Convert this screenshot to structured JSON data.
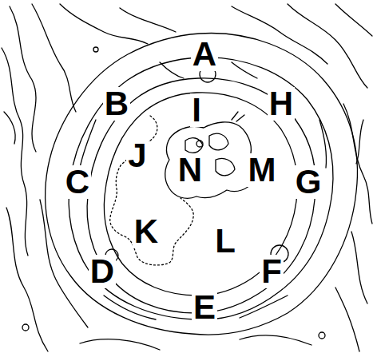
{
  "diagram": {
    "labels": [
      "A",
      "B",
      "I",
      "H",
      "J",
      "N",
      "M",
      "C",
      "G",
      "K",
      "L",
      "D",
      "F",
      "E"
    ]
  }
}
